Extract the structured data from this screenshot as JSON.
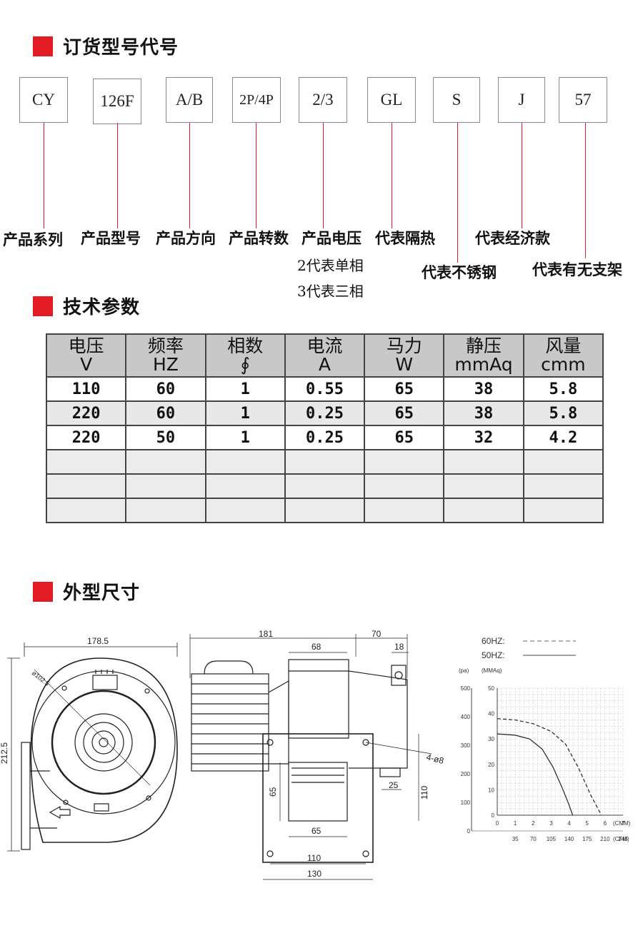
{
  "sections": {
    "order": "订货型号代号",
    "tech": "技术参数",
    "dims": "外型尺寸"
  },
  "codes": [
    "CY",
    "126F",
    "A/B",
    "2P/4P",
    "2/3",
    "GL",
    "S",
    "J",
    "57"
  ],
  "descriptions": {
    "series": "产品系列",
    "model": "产品型号",
    "direction": "产品方向",
    "speed": "产品转数",
    "voltage": "产品电压",
    "single": "2代表单相",
    "three": "3代表三相",
    "insulation": "代表隔热",
    "stainless": "代表不锈钢",
    "economy": "代表经济款",
    "bracket": "代表有无支架"
  },
  "table": {
    "headers": [
      {
        "name": "电压",
        "unit": "V"
      },
      {
        "name": "频率",
        "unit": "HZ"
      },
      {
        "name": "相数",
        "unit": "∮"
      },
      {
        "name": "电流",
        "unit": "A"
      },
      {
        "name": "马力",
        "unit": "W"
      },
      {
        "name": "静压",
        "unit": "mmAq"
      },
      {
        "name": "风量",
        "unit": "cmm"
      }
    ],
    "rows": [
      [
        "110",
        "60",
        "1",
        "0.55",
        "65",
        "38",
        "5.8"
      ],
      [
        "220",
        "60",
        "1",
        "0.25",
        "65",
        "38",
        "5.8"
      ],
      [
        "220",
        "50",
        "1",
        "0.25",
        "65",
        "32",
        "4.2"
      ],
      [
        "",
        "",
        "",
        "",
        "",
        "",
        ""
      ],
      [
        "",
        "",
        "",
        "",
        "",
        "",
        ""
      ],
      [
        "",
        "",
        "",
        "",
        "",
        "",
        ""
      ]
    ]
  },
  "drawing": {
    "front": {
      "width": "178.5",
      "height": "212.5",
      "dia": "ø102.5"
    },
    "side": {
      "total": "181",
      "motor": "70",
      "top": "68",
      "box": "18",
      "holes": "4-ø8",
      "h1": "65",
      "h2": "110",
      "h3": "25",
      "w1": "65",
      "w2": "110",
      "w3": "130"
    }
  },
  "chart_data": {
    "type": "line",
    "legend": [
      {
        "name": "60HZ:",
        "style": "dashed"
      },
      {
        "name": "50HZ:",
        "style": "solid"
      }
    ],
    "ylabel_left": "(pa)",
    "ylabel_right": "(MMAq)",
    "xlabel_top": "(CMM)",
    "xlabel_bottom": "(CFM)",
    "y_pa_ticks": [
      "500",
      "400",
      "300",
      "200",
      "100",
      "0"
    ],
    "y_mmaq_ticks": [
      "50",
      "40",
      "30",
      "20",
      "10",
      "0"
    ],
    "x_cmm_ticks": [
      "0",
      "1",
      "2",
      "3",
      "4",
      "5",
      "6",
      "7"
    ],
    "x_cfm_ticks": [
      "35",
      "70",
      "105",
      "140",
      "175",
      "210",
      "245"
    ],
    "xlim": [
      0,
      7
    ],
    "ylim": [
      0,
      50
    ],
    "grid": true,
    "series": [
      {
        "name": "60HZ",
        "style": "dashed",
        "x": [
          0,
          1,
          2,
          3,
          3.8,
          4.5,
          5.2,
          5.8
        ],
        "y": [
          38,
          37.5,
          36,
          33,
          28,
          19,
          8,
          0
        ]
      },
      {
        "name": "50HZ",
        "style": "solid",
        "x": [
          0,
          1,
          1.8,
          2.5,
          3.1,
          3.6,
          4.0,
          4.2
        ],
        "y": [
          32,
          31.5,
          30,
          26,
          19,
          11,
          4,
          0
        ]
      }
    ]
  }
}
